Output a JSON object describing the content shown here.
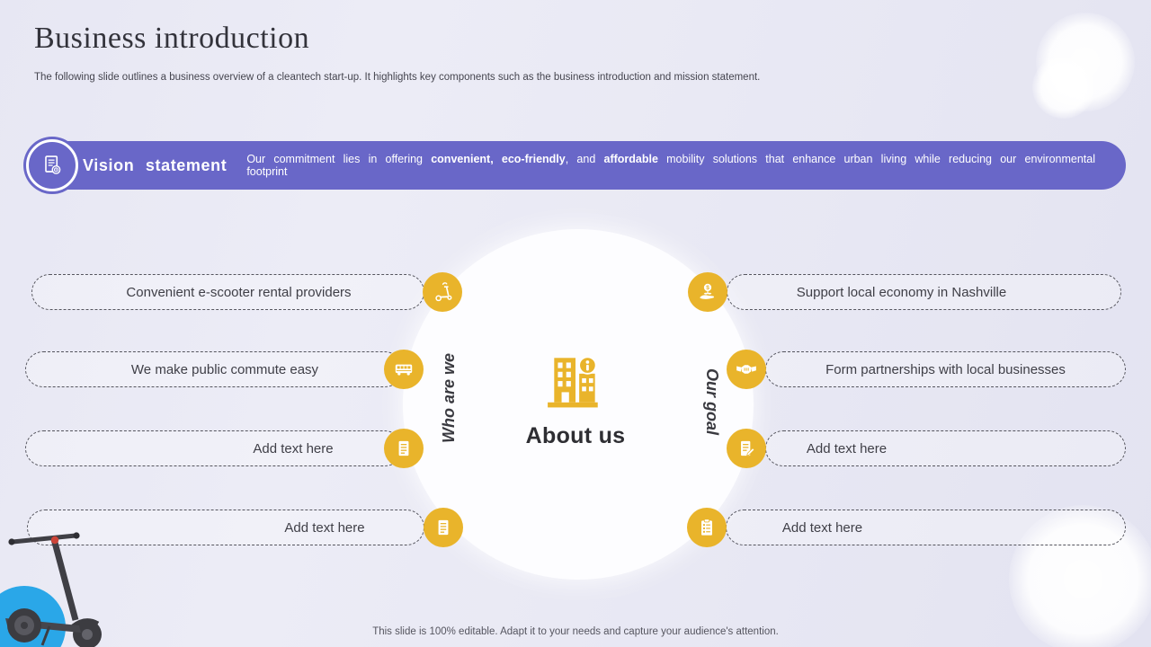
{
  "slide": {
    "title": "Business introduction",
    "subtitle": "The following slide outlines a business overview of a cleantech start-up. It highlights key components such as the business introduction and mission statement.",
    "footer": "This slide is 100% editable. Adapt it to your needs and capture your audience's attention."
  },
  "banner": {
    "label": "Vision statement",
    "icon": "document-gear-icon",
    "body": {
      "p1": "Our commitment lies in offering ",
      "b1": "convenient, eco-friendly",
      "p2": ", and ",
      "b2": "affordable",
      "p3": " mobility solutions that enhance urban living while reducing our environmental  footprint"
    }
  },
  "center": {
    "label": "About us",
    "icon": "buildings-info-icon"
  },
  "left_group": {
    "heading": "Who are we",
    "items": [
      {
        "label": "Convenient e-scooter rental providers",
        "icon": "e-scooter-icon"
      },
      {
        "label": "We make public commute easy",
        "icon": "bus-icon"
      },
      {
        "label": "Add text here",
        "icon": "document-icon"
      },
      {
        "label": "Add text here",
        "icon": "document-icon"
      }
    ]
  },
  "right_group": {
    "heading": "Our goal",
    "items": [
      {
        "label": "Support local economy in Nashville",
        "icon": "hand-dollar-icon"
      },
      {
        "label": "Form partnerships with local businesses",
        "icon": "handshake-icon"
      },
      {
        "label": "Add text here",
        "icon": "document-pen-icon"
      },
      {
        "label": "Add text here",
        "icon": "clipboard-icon"
      }
    ]
  },
  "decor": {
    "image": "e-scooter-photo",
    "colors": {
      "accent_purple": "#6967c8",
      "accent_yellow": "#e9b42b",
      "accent_blue": "#2aa7e8",
      "background_lavender": "#e9e9f4"
    }
  }
}
